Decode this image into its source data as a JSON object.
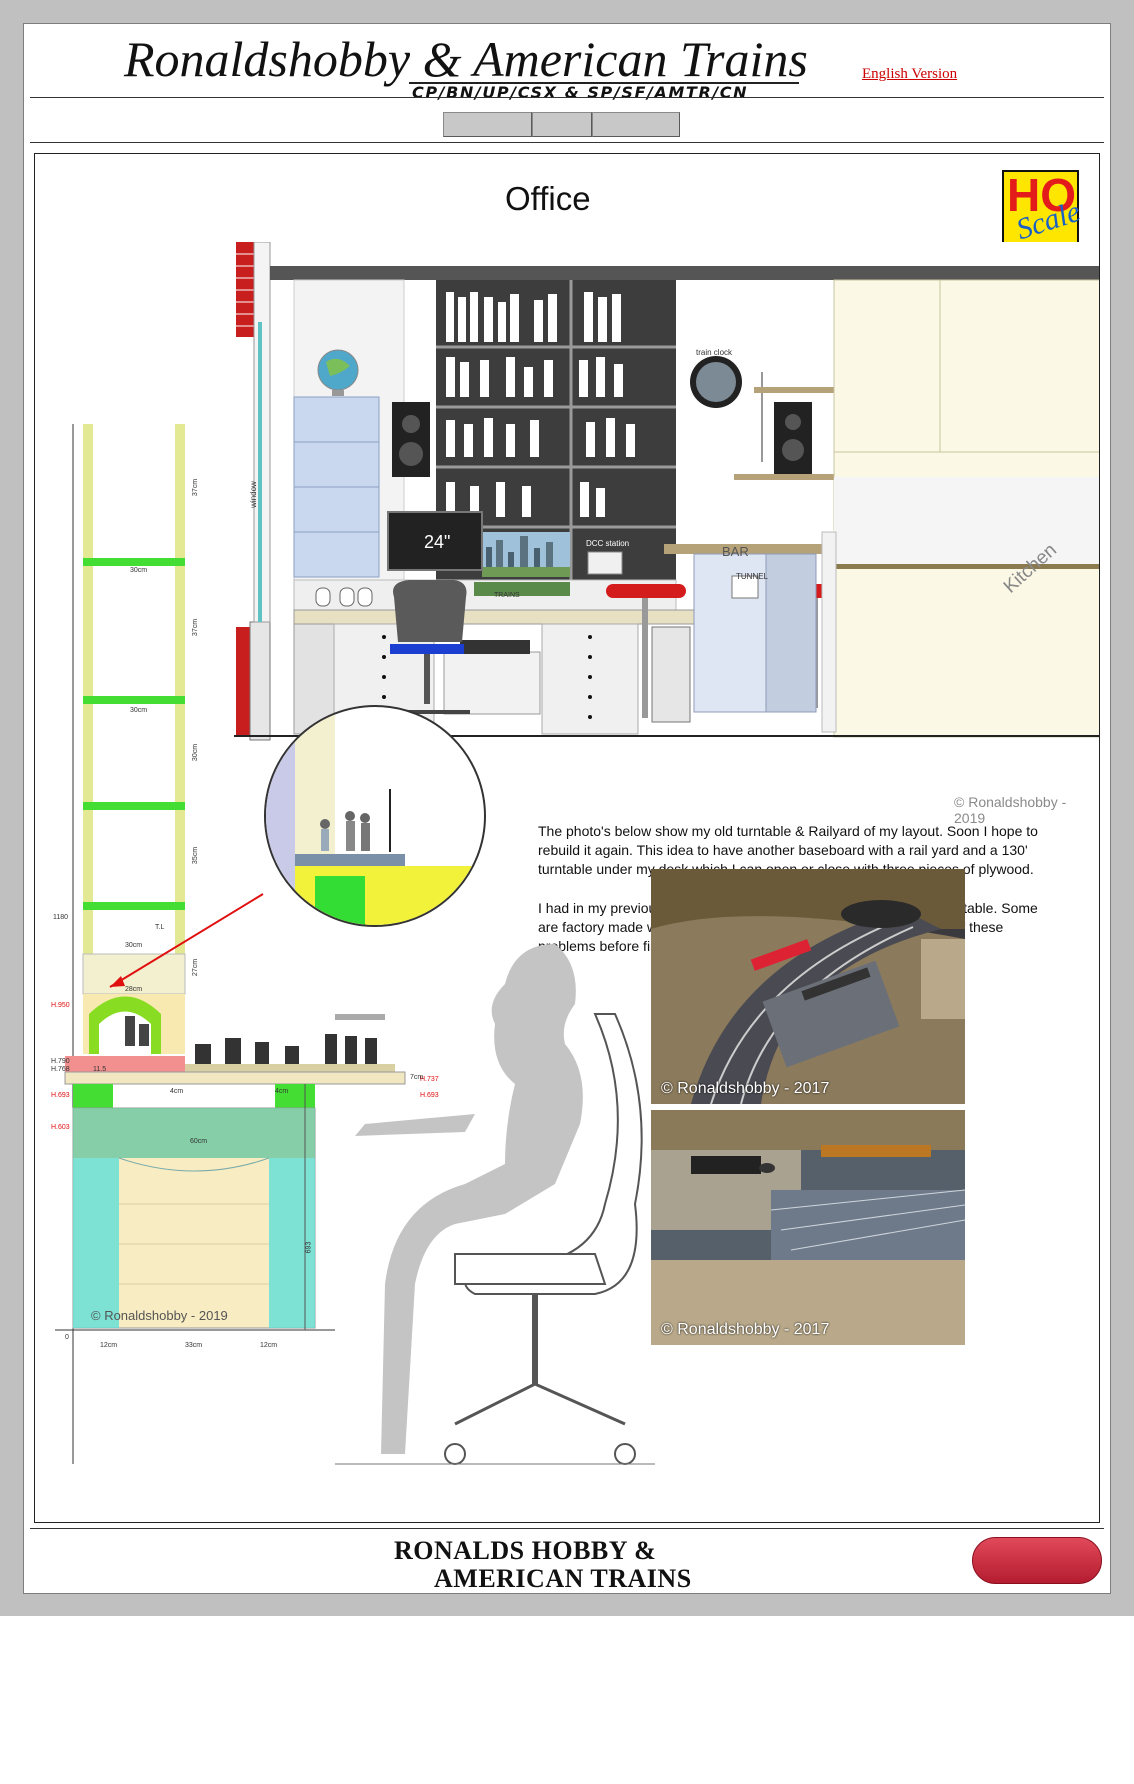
{
  "header": {
    "site_title": "Ronaldshobby & American Trains",
    "site_subtitle": "CP/BN/UP/CSX & SP/SF/AMTR/CN",
    "language_link": "English Version"
  },
  "nav": {
    "buttons": [
      "",
      "",
      ""
    ]
  },
  "section": {
    "title": "Office",
    "logo_letters": "HO",
    "logo_scale": "Scale"
  },
  "room": {
    "monitor_size": "24\"",
    "bar": "BAR",
    "tunnel": "TUNNEL",
    "dcc": "DCC station",
    "train_clock": "train clock",
    "window": "window",
    "trains": "TRAINS",
    "kitchen": "Kitchen",
    "copyright": "© Ronaldshobby - 2019"
  },
  "text": {
    "paragraph_1": "The photo's below show  my old turntable & Railyard of my layout. Soon I hope to rebuild it again. This idea to have another baseboard with a rail yard and a 130' turntable under my desk which I can open or close with three pieces of plywood.",
    "paragraph_2": "I had in my previous layout technical problems with my Walthers turntable. Some are factory made wrong designs! Hopefully this time I can fix some of these problems before final installation!"
  },
  "photos": [
    {
      "caption": "© Ronaldshobby - 2017"
    },
    {
      "caption": "© Ronaldshobby - 2017"
    }
  ],
  "elevation": {
    "copyright": "© Ronaldshobby - 2019",
    "dims": {
      "d37a": "37cm",
      "d37b": "37cm",
      "d30a": "30cm",
      "d30b": "30cm",
      "d30c": "30cm",
      "d35": "35cm",
      "d27": "27cm",
      "d28": "28cm",
      "d30d": "30cm",
      "d60": "60cm",
      "d12a": "12cm",
      "d33": "33cm",
      "d12b": "12cm",
      "h1180": "1180",
      "h950": "H.950",
      "h790": "H.790",
      "h768": "H.768",
      "h693a": "H.693",
      "h603": "H.603",
      "h737": "H.737",
      "h693b": "H.693",
      "h693v": "693",
      "d115": "11.5",
      "d4a": "4cm",
      "d4b": "4cm",
      "d7": "7cm",
      "tl": "T.L",
      "zero": "0"
    }
  },
  "footer": {
    "logo_line1": "RONALDS HOBBY &",
    "logo_line2": "AMERICAN TRAINS"
  },
  "colors": {
    "accent_red": "#cc0000",
    "logo_yellow": "#ffe600",
    "footer_button": "#c52a3c"
  }
}
